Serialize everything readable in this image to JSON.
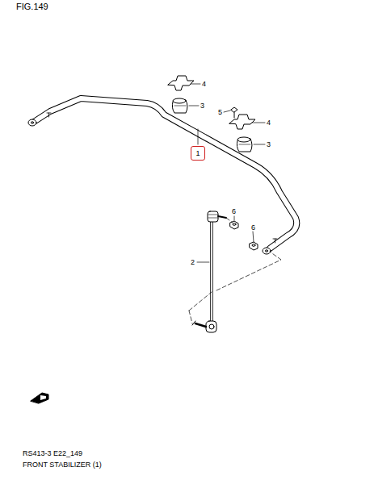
{
  "diagram": {
    "nodes": [
      {
        "text": [
          "1"
        ]
      }
    ],
    "labels": [
      "FIG.149",
      "4",
      "3",
      "5",
      "4",
      "3",
      "2",
      "6",
      "6",
      "RS413-3 E22_149",
      "FRONT STABILIZER (1)"
    ]
  }
}
